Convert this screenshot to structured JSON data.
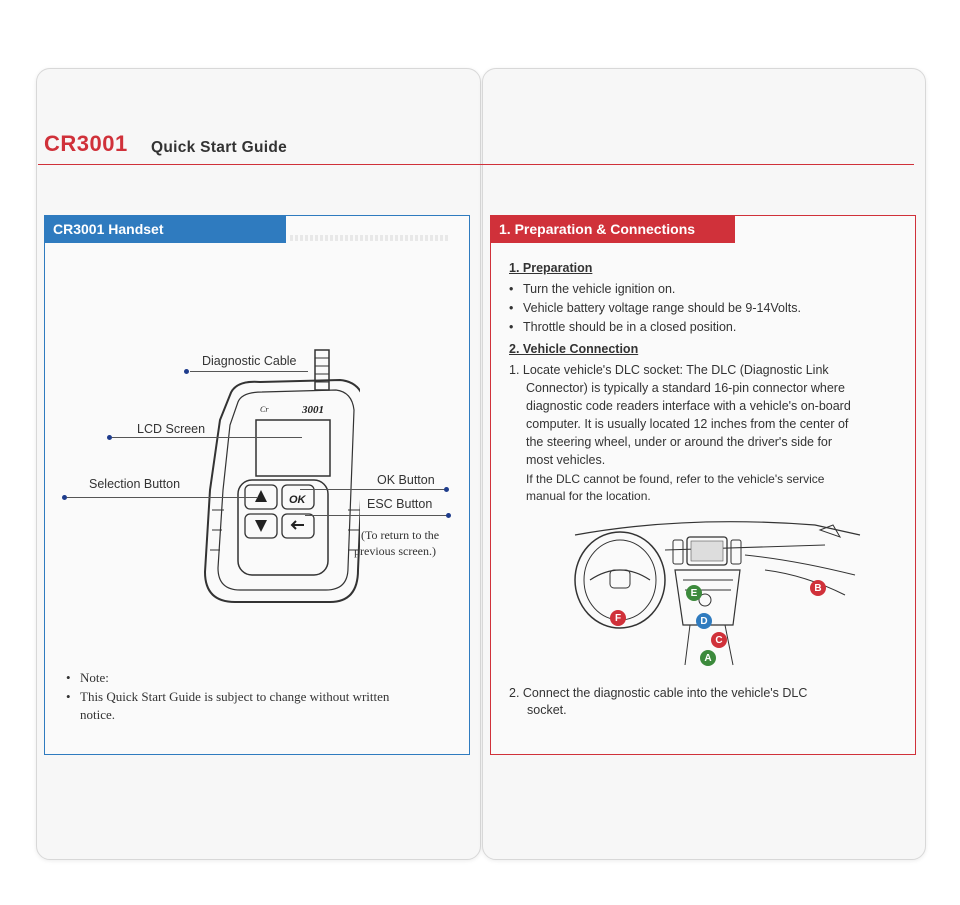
{
  "title": {
    "brand": "CR3001",
    "subtitle": "Quick Start Guide"
  },
  "left": {
    "header": "CR3001 Handset",
    "device": {
      "brand_text": "3001",
      "ok_key": "OK"
    },
    "callouts": {
      "diagnostic_cable": "Diagnostic Cable",
      "lcd_screen": "LCD Screen",
      "selection_button": "Selection Button",
      "ok_button": "OK Button",
      "esc_button": "ESC Button",
      "esc_note_line1": "(To return to the",
      "esc_note_line2": "previous screen.)"
    },
    "note": {
      "label": "Note:",
      "text_line1": "This Quick Start Guide is subject to change without written",
      "text_line2": "notice."
    }
  },
  "right": {
    "header": "1. Preparation & Connections",
    "preparation": {
      "heading": "1. Preparation",
      "items": [
        "Turn the vehicle ignition on.",
        "Vehicle battery voltage range should be 9-14Volts.",
        "Throttle should be in a closed position."
      ]
    },
    "connection": {
      "heading": "2. Vehicle Connection",
      "step1_lines": [
        "1.  Locate vehicle's DLC socket: The DLC (Diagnostic Link",
        "Connector) is typically a standard 16-pin connector where",
        "diagnostic code readers interface with a vehicle's on-board",
        "computer. It is usually located 12 inches from the center of",
        "the steering wheel, under or around the driver's side for",
        "most vehicles."
      ],
      "note_lines": [
        "If the DLC cannot be found, refer to the vehicle's service",
        "manual for the location."
      ],
      "step2_lines": [
        "2.  Connect the diagnostic cable into the vehicle's DLC",
        "socket."
      ]
    },
    "diagram_markers": [
      "A",
      "B",
      "C",
      "D",
      "E",
      "F"
    ],
    "colors": {
      "red": "#d0313a",
      "green": "#3c8a3c",
      "blue": "#2f7bbf",
      "accent": "#d0313a"
    }
  }
}
